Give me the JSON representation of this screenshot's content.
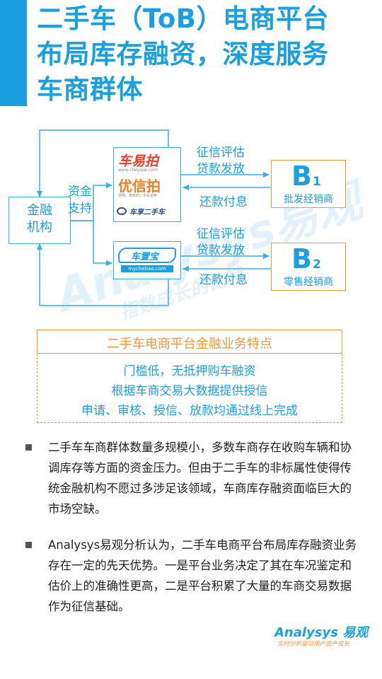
{
  "title": {
    "line1": "二手车（ToB）电商平台",
    "line2": "布局库存融资，深度服务",
    "line3": "车商群体"
  },
  "diagram": {
    "finance_org": {
      "line1": "金融",
      "line2": "机构"
    },
    "funding_label": {
      "line1": "资金",
      "line2": "支持"
    },
    "platform_top": {
      "logo1": "车易拍",
      "logo1_sub": "www.cheyipai.com",
      "logo2": "优信拍",
      "logo2_sub": "透明、高效的二手车拍卖",
      "logo3": "车享二手车"
    },
    "platform_bottom": {
      "logo": "车置宝",
      "logo_sub": "mychebao.com"
    },
    "flow_top": {
      "line1": "征信评估",
      "line2": "贷款发放",
      "repay": "还款付息"
    },
    "flow_bottom": {
      "line1": "征信评估",
      "line2": "贷款发放",
      "repay": "还款付息"
    },
    "b1": {
      "letter": "B",
      "sub": "1",
      "label": "批发经销商"
    },
    "b2": {
      "letter": "B",
      "sub": "2",
      "label": "零售经销商"
    }
  },
  "features": {
    "header": "二手车电商平台金融业务特点",
    "items": [
      "门槛低，无抵押购车融资",
      "根据车商交易大数据提供授信",
      "申请、审核、授信、放款均通过线上完成"
    ]
  },
  "bullets": [
    "二手车车商群体数量多规模小，多数车商存在收购车辆和协调库存等方面的资金压力。但由于二手车的非标属性使得传统金融机构不愿过多涉足该领域，车商库存融资面临巨大的市场空缺。",
    "Analysys易观分析认为，二手车电商平台布局库存融资业务存在一定的先天优势。一是平台业务决定了其在车况鉴定和估价上的准确性更高，二是平台积累了大量的车商交易数据作为征信基础。"
  ],
  "watermark": {
    "text1": "Analysys易观",
    "text2": "指数成长的比特"
  },
  "brand": {
    "name": "Analysys 易观",
    "tagline": "实时分析驱动用户资产成长"
  },
  "colors": {
    "accent": "#1a9fe0",
    "orange": "#f0973a"
  }
}
